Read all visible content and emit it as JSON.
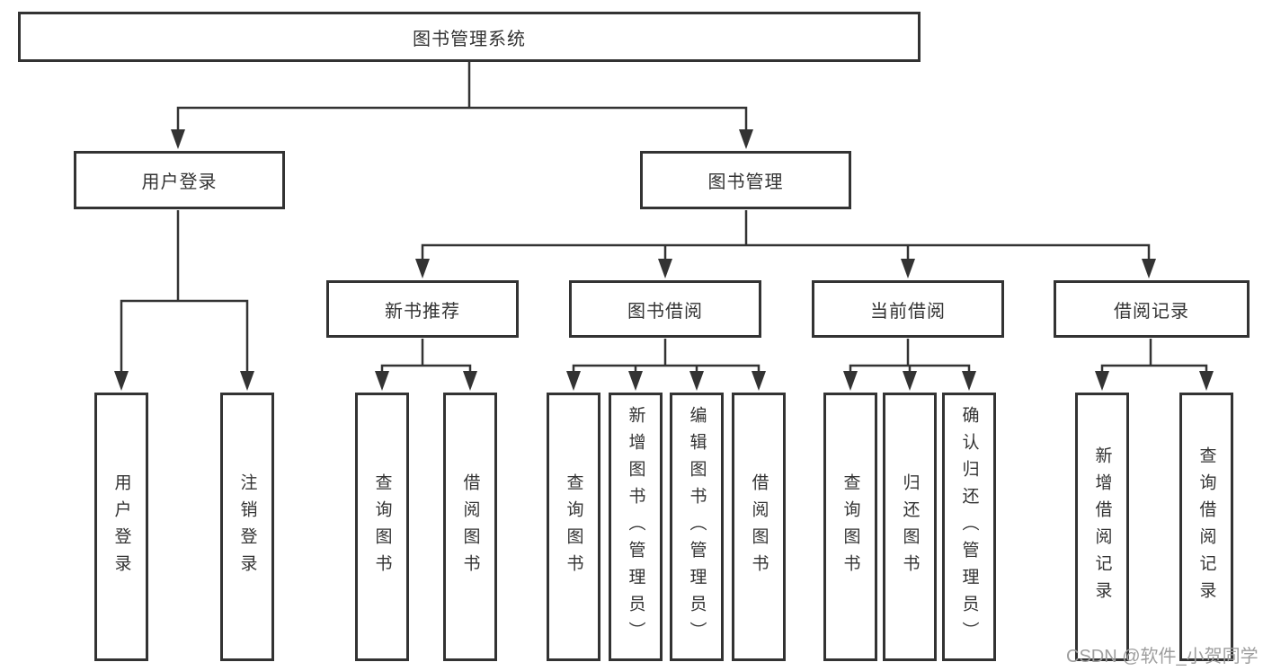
{
  "diagram": {
    "root": {
      "label": "图书管理系统"
    },
    "level2": [
      {
        "label": "用户登录",
        "children": [
          {
            "label": "用户登录"
          },
          {
            "label": "注销登录"
          }
        ]
      },
      {
        "label": "图书管理",
        "children": [
          {
            "label": "新书推荐",
            "children": [
              {
                "label": "查询图书"
              },
              {
                "label": "借阅图书"
              }
            ]
          },
          {
            "label": "图书借阅",
            "children": [
              {
                "label": "查询图书"
              },
              {
                "label": "新增图书（管理员）"
              },
              {
                "label": "编辑图书（管理员）"
              },
              {
                "label": "借阅图书"
              }
            ]
          },
          {
            "label": "当前借阅",
            "children": [
              {
                "label": "查询图书"
              },
              {
                "label": "归还图书"
              },
              {
                "label": "确认归还（管理员）"
              }
            ]
          },
          {
            "label": "借阅记录",
            "children": [
              {
                "label": "新增借阅记录"
              },
              {
                "label": "查询借阅记录"
              }
            ]
          }
        ]
      }
    ]
  },
  "watermark": {
    "text": "CSDN @软件_小贺同学"
  },
  "colors": {
    "line": "#333333",
    "text": "#333333",
    "watermark": "#9e9e9e",
    "background": "#ffffff"
  }
}
